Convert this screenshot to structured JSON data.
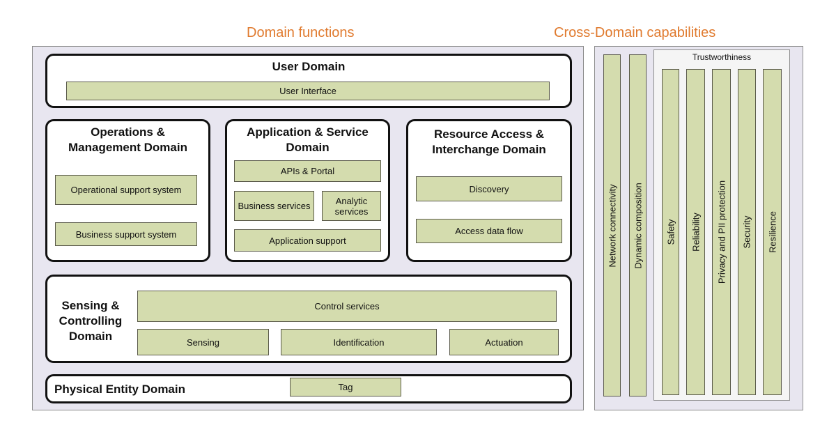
{
  "titles": {
    "domain_functions": "Domain functions",
    "cross_domain": "Cross-Domain capabilities"
  },
  "user_domain": {
    "title": "User Domain",
    "items": [
      "User Interface"
    ]
  },
  "operations_domain": {
    "title_line1": "Operations &",
    "title_line2": "Management Domain",
    "items": [
      "Operational support system",
      "Business support system"
    ]
  },
  "application_domain": {
    "title_line1": "Application & Service",
    "title_line2": "Domain",
    "items": [
      "APIs & Portal",
      "Business services",
      "Analytic services",
      "Application support"
    ]
  },
  "resource_domain": {
    "title_line1": "Resource Access &",
    "title_line2": "Interchange Domain",
    "items": [
      "Discovery",
      "Access data flow"
    ]
  },
  "sensing_domain": {
    "title_line1": "Sensing &",
    "title_line2": "Controlling",
    "title_line3": "Domain",
    "items": [
      "Control services",
      "Sensing",
      "Identification",
      "Actuation"
    ]
  },
  "physical_domain": {
    "title": "Physical Entity Domain",
    "items": [
      "Tag"
    ]
  },
  "cross_domain": {
    "capabilities": [
      "Network connectivity",
      "Dynamic composition"
    ],
    "trustworthiness": {
      "title": "Trustworthiness",
      "items": [
        "Safety",
        "Reliability",
        "Privacy and PII protection",
        "Security",
        "Resilience"
      ]
    }
  }
}
